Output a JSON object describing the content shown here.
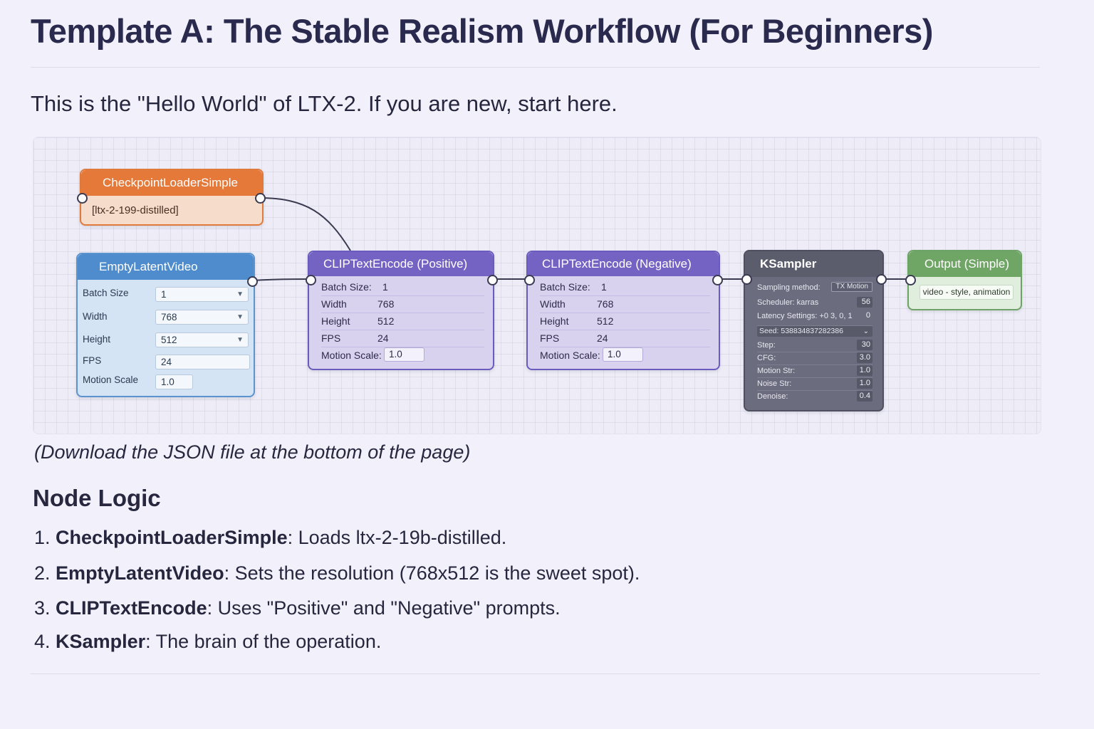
{
  "page": {
    "title": "Template A: The Stable Realism Workflow (For Beginners)",
    "intro": "This is the \"Hello World\" of LTX-2. If you are new, start here.",
    "caption": "(Download the JSON file at the bottom of the page)",
    "section_title": "Node Logic"
  },
  "nodes": {
    "checkpoint": {
      "title": "CheckpointLoaderSimple",
      "value": "[ltx-2-199-distilled]",
      "color": "#e4793a"
    },
    "latent": {
      "title": "EmptyLatentVideo",
      "color": "#4e8ccd",
      "fields": [
        {
          "label": "Batch Size",
          "value": "1"
        },
        {
          "label": "Width",
          "value": "768"
        },
        {
          "label": "Height",
          "value": "512"
        },
        {
          "label": "FPS",
          "value": "24"
        },
        {
          "label": "Motion Scale",
          "value": "1.0"
        }
      ]
    },
    "clip_pos": {
      "title": "CLIPTextEncode (Positive)",
      "color": "#7563c4",
      "fields": [
        {
          "label": "Batch Size:",
          "value": "1"
        },
        {
          "label": "Width",
          "value": "768"
        },
        {
          "label": "Height",
          "value": "512"
        },
        {
          "label": "FPS",
          "value": "24"
        },
        {
          "label": "Motion Scale:",
          "value": "1.0"
        }
      ]
    },
    "clip_neg": {
      "title": "CLIPTextEncode (Negative)",
      "color": "#7563c4",
      "fields": [
        {
          "label": "Batch Size:",
          "value": "1"
        },
        {
          "label": "Width",
          "value": "768"
        },
        {
          "label": "Height",
          "value": "512"
        },
        {
          "label": "FPS",
          "value": "24"
        },
        {
          "label": "Motion Scale:",
          "value": "1.0"
        }
      ]
    },
    "ksampler": {
      "title": "KSampler",
      "color": "#5b5c6c",
      "sampling_label": "Sampling method:",
      "sampling_value": "TX Motion",
      "scheduler_label": "Scheduler: karras",
      "scheduler_value": "56",
      "latency_label": "Latency Settings: +0 3, 0, 1",
      "latency_value": "0",
      "seed": "Seed: 538834837282386",
      "rows": [
        {
          "label": "Step:",
          "value": "30"
        },
        {
          "label": "CFG:",
          "value": "3.0"
        },
        {
          "label": "Motion Str:",
          "value": "1.0"
        },
        {
          "label": "Noise Str:",
          "value": "1.0"
        },
        {
          "label": "Denoise:",
          "value": "0.4"
        }
      ]
    },
    "output": {
      "title": "Output (Simple)",
      "value": "video - style, animation",
      "color": "#6fa565"
    }
  },
  "logic": [
    {
      "num": "1.",
      "name": "CheckpointLoaderSimple",
      "text": ": Loads ltx-2-19b-distilled."
    },
    {
      "num": "2.",
      "name": "EmptyLatentVideo",
      "text": ": Sets the resolution (768x512 is the sweet spot)."
    },
    {
      "num": "3.",
      "name": "CLIPTextEncode",
      "text": ": Uses \"Positive\" and \"Negative\" prompts."
    },
    {
      "num": "4.",
      "name": "KSampler",
      "text": ": The brain of the operation."
    }
  ]
}
